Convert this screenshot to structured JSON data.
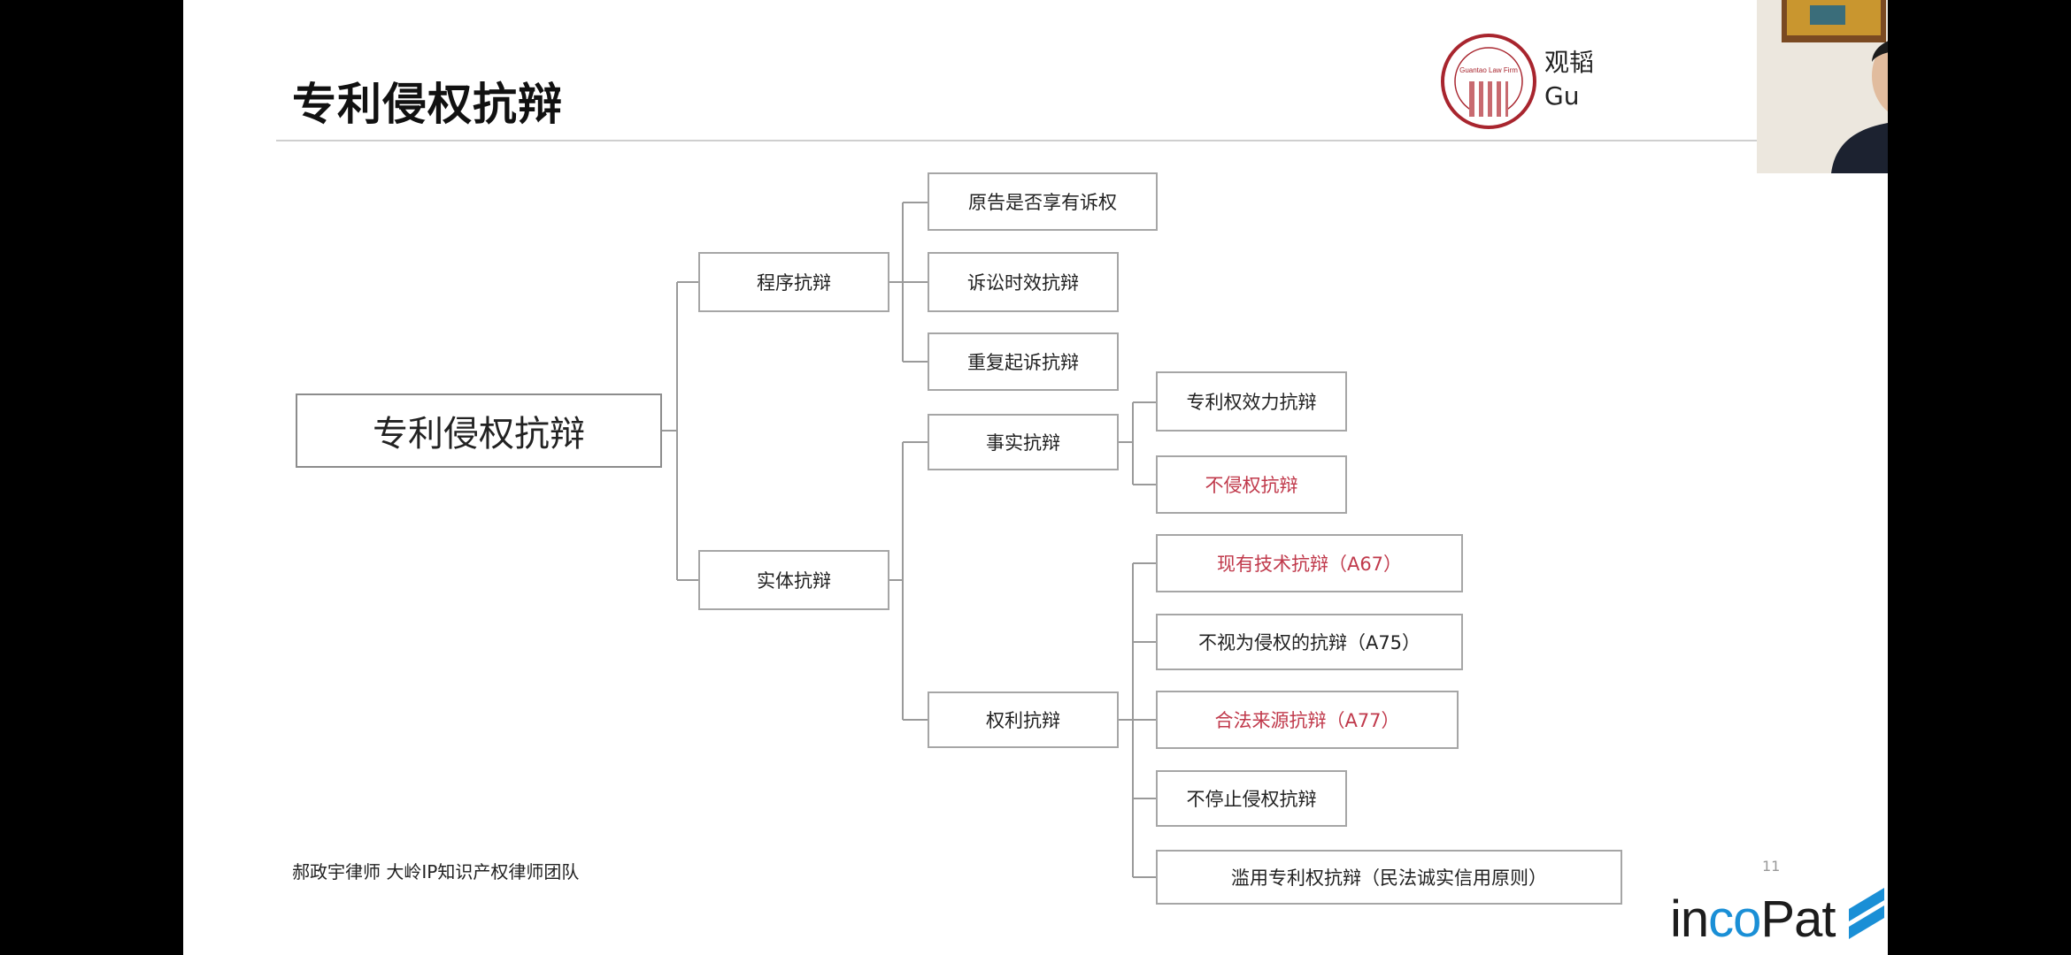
{
  "slide": {
    "title": "专利侵权抗辩",
    "logo": {
      "seal_text": "Guantao Law Firm",
      "name_line1": "观韬",
      "name_line2": "Gu"
    },
    "footer": "郝政宇律师 大岭IP知识产权律师团队",
    "page_number": "11",
    "brand": {
      "prefix": "in",
      "accent": "co",
      "suffix": "Pat"
    }
  },
  "diagram": {
    "root": "专利侵权抗辩",
    "procedural": {
      "label": "程序抗辩",
      "children": [
        "原告是否享有诉权",
        "诉讼时效抗辩",
        "重复起诉抗辩"
      ]
    },
    "substantive": {
      "label": "实体抗辩",
      "fact": {
        "label": "事实抗辩",
        "children": [
          {
            "label": "专利权效力抗辩",
            "highlight": false
          },
          {
            "label": "不侵权抗辩",
            "highlight": true
          }
        ]
      },
      "right": {
        "label": "权利抗辩",
        "children": [
          {
            "label": "现有技术抗辩（A67）",
            "highlight": true
          },
          {
            "label": "不视为侵权的抗辩（A75）",
            "highlight": false
          },
          {
            "label": "合法来源抗辩（A77）",
            "highlight": true
          },
          {
            "label": "不停止侵权抗辩",
            "highlight": false
          },
          {
            "label": "滥用专利权抗辩（民法诚实信用原则）",
            "highlight": false
          }
        ]
      }
    }
  },
  "colors": {
    "highlight_text": "#c0394b",
    "node_border": "#a6a6a6",
    "connector": "#9a9a9a",
    "logo_red": "#a8252e",
    "brand_blue": "#1a8fd6"
  }
}
